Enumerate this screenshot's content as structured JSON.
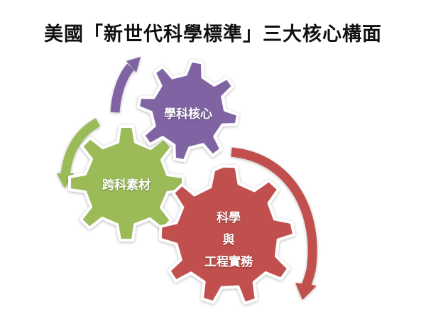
{
  "title": "美國「新世代科學標準」三大核心構面",
  "colors": {
    "purple": "#8064a2",
    "green": "#9bbb59",
    "red": "#c0504d"
  },
  "gears": [
    {
      "name": "disciplinary-core",
      "label": "學科核心",
      "color": "#8064a2"
    },
    {
      "name": "crosscutting",
      "label": "跨科素材",
      "color": "#9bbb59"
    },
    {
      "name": "practices",
      "label_lines": [
        "科學",
        "與",
        "工程實務"
      ],
      "color": "#c0504d"
    }
  ]
}
